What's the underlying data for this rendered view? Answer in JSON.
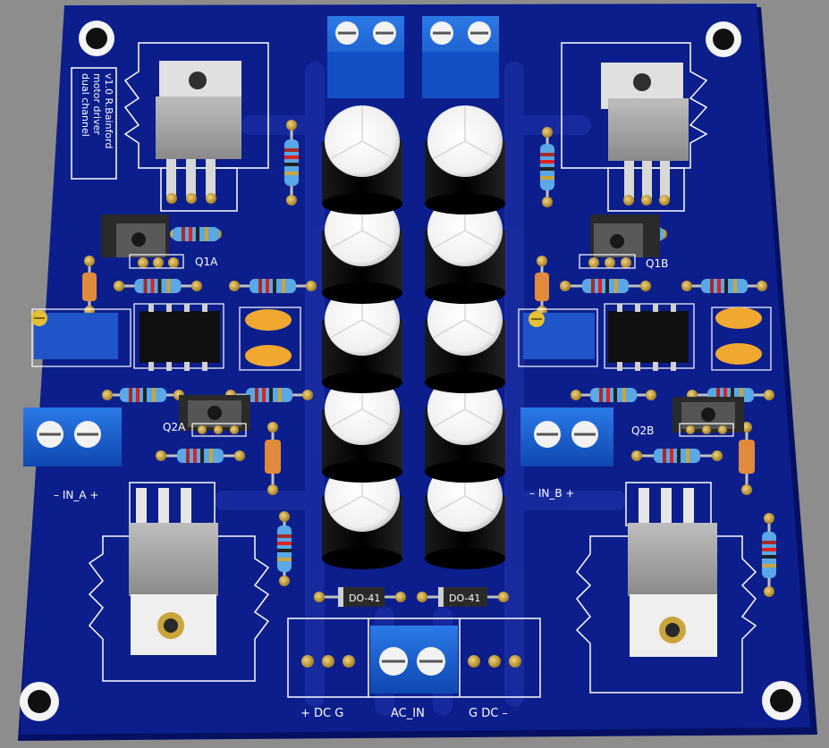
{
  "board": {
    "colors": {
      "background": "#8d8d8d",
      "board": "#0c1e8c",
      "board_edge": "#061063",
      "trace": "#1b2fa8",
      "silkscreen": "#ffffff",
      "terminal_block": "#1b62d6",
      "capacitor_body": "#050505",
      "resistor_body": "#5aa8e6",
      "diode_body": "#e08a3c",
      "ceramic_cap": "#f0a830",
      "pad_gold": "#c9a53c",
      "regulator_metal": "#9c9c9c",
      "ic_body": "#101010"
    },
    "title_block": [
      "dual channel",
      "motor driver",
      "v1.0   R.Bainford"
    ],
    "component_labels": {
      "q1a": "Q1A",
      "q1b": "Q1B",
      "q2a": "Q2A",
      "q2b": "Q2B",
      "diode_left": "DO-41",
      "diode_right": "DO-41"
    },
    "connector_labels": {
      "in_a": "–  IN_A  +",
      "in_b": "–  IN_B  +",
      "dc_left": "+  DC  G",
      "ac_in": "AC_IN",
      "dc_right": "G  DC  –"
    },
    "icons": [
      "mounting-hole-icon",
      "screw-terminal-icon",
      "capacitor-icon",
      "resistor-icon",
      "diode-icon",
      "transistor-icon",
      "trimmer-pot-icon"
    ]
  }
}
